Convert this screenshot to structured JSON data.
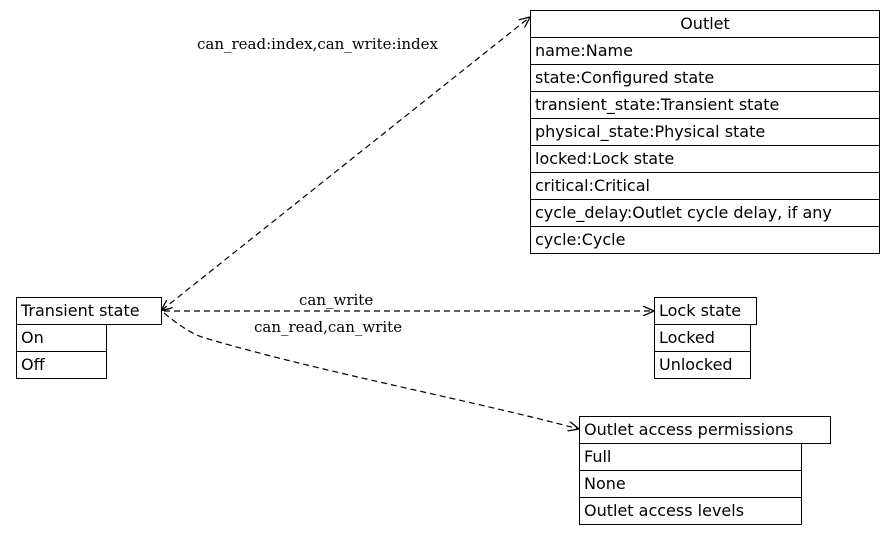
{
  "nodes": {
    "outlet": {
      "title": "Outlet",
      "fields": [
        "name:Name",
        "state:Configured state",
        "transient_state:Transient state",
        "physical_state:Physical state",
        "locked:Lock state",
        "critical:Critical",
        "cycle_delay:Outlet cycle delay, if any",
        "cycle:Cycle"
      ]
    },
    "transient_state": {
      "title": "Transient state",
      "fields": [
        "On",
        "Off"
      ]
    },
    "lock_state": {
      "title": "Lock state",
      "fields": [
        "Locked",
        "Unlocked"
      ]
    },
    "outlet_access_permissions": {
      "title": "Outlet access permissions",
      "fields": [
        "Full",
        "None",
        "Outlet access levels"
      ]
    }
  },
  "edges": {
    "to_outlet": {
      "label": "can_read:index,can_write:index"
    },
    "to_lock_state": {
      "label": "can_write"
    },
    "to_permissions": {
      "label": "can_read,can_write"
    }
  }
}
